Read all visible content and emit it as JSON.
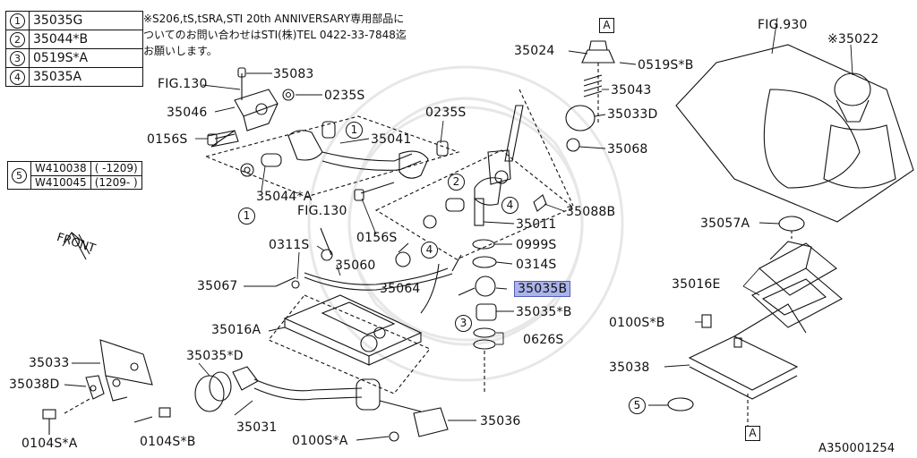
{
  "legend_top": [
    {
      "num": "1",
      "part": "35035G"
    },
    {
      "num": "2",
      "part": "35044*B"
    },
    {
      "num": "3",
      "part": "0519S*A"
    },
    {
      "num": "4",
      "part": "35035A"
    }
  ],
  "legend_five": {
    "num": "5",
    "rows": [
      {
        "part": "W410038",
        "range": "( -1209)"
      },
      {
        "part": "W410045",
        "range": "(1209- )"
      }
    ]
  },
  "note": {
    "line1": "※S206,tS,tSRA,STI 20th ANNIVERSARY専用部品に",
    "line2": "ついてのお問い合わせはSTI(株)TEL 0422-33-7848迄",
    "line3": "お願いします。"
  },
  "front_label": "FRONT",
  "ref_a": "A",
  "circle_refs": {
    "one": "1",
    "two": "2",
    "three": "3",
    "four": "4",
    "five": "5"
  },
  "labels": {
    "p35083": "35083",
    "fig130_top": "FIG.130",
    "p0235s_a": "0235S",
    "p35046": "35046",
    "p0235s_b": "0235S",
    "p0156s_a": "0156S",
    "p35041": "35041",
    "p35044a": "35044*A",
    "fig130_mid": "FIG.130",
    "p0156s_b": "0156S",
    "p0311s": "0311S",
    "p35060": "35060",
    "p35064": "35064",
    "p35067": "35067",
    "p35016a": "35016A",
    "p35033": "35033",
    "p35038d": "35038D",
    "p35035d": "35035*D",
    "p35031": "35031",
    "p0104sa": "0104S*A",
    "p0104sb": "0104S*B",
    "p0100sa": "0100S*A",
    "p35036": "35036",
    "p35024": "35024",
    "p0519sb": "0519S*B",
    "p35043": "35043",
    "p35033d": "35033D",
    "p35068": "35068",
    "p35088b": "35088B",
    "p35011": "35011",
    "p0999s": "0999S",
    "p0314s": "0314S",
    "p35035b": "35035B",
    "p35035b2": "35035*B",
    "p0626s": "0626S",
    "fig930": "FIG.930",
    "p35022": "※35022",
    "p35057a": "35057A",
    "p35016e": "35016E",
    "p0100sb": "0100S*B",
    "p35038": "35038",
    "catalog_id": "A350001254"
  },
  "highlight_color": "#aab4ea"
}
